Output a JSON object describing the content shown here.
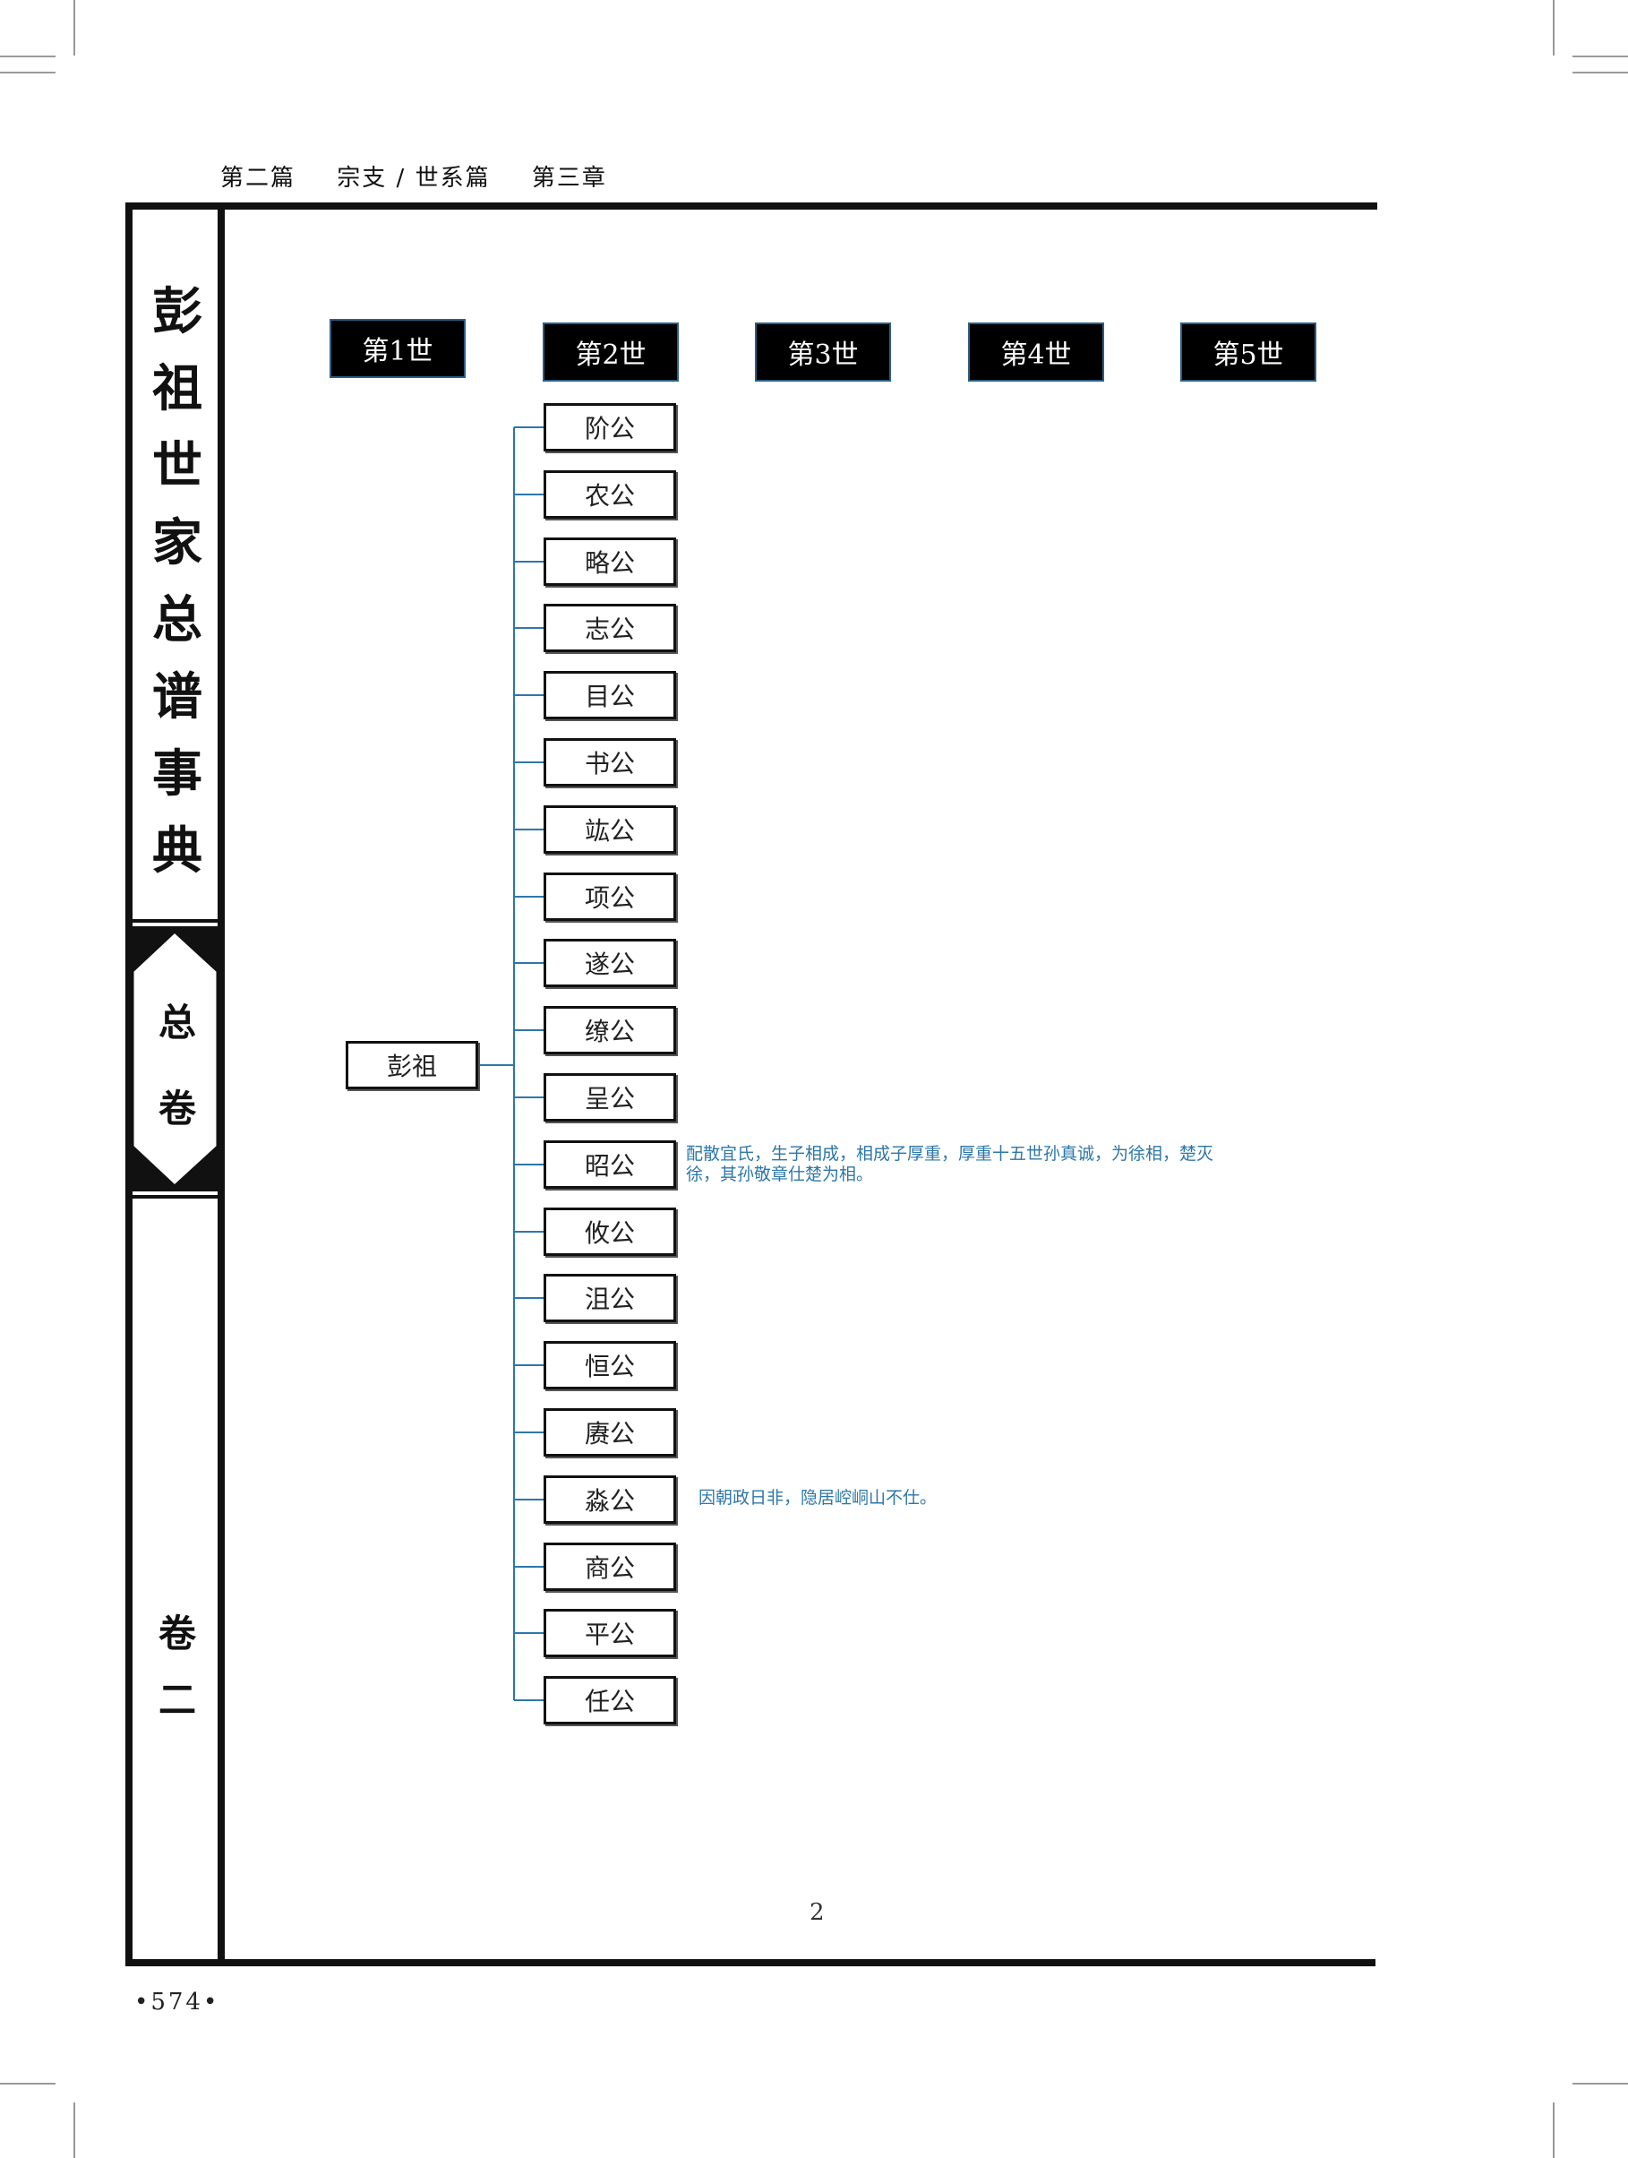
{
  "running_header": {
    "part": "第二篇",
    "section": "宗支 / 世系篇",
    "chapter": "第三章"
  },
  "spine": {
    "title_chars": [
      "彭",
      "祖",
      "世",
      "家",
      "总",
      "谱",
      "事",
      "典"
    ],
    "volume_chars": [
      "总",
      "卷"
    ],
    "book_chars": [
      "卷",
      "二"
    ]
  },
  "generations": [
    "第1世",
    "第2世",
    "第3世",
    "第4世",
    "第5世"
  ],
  "root": {
    "name": "彭祖"
  },
  "children": [
    {
      "name": "阶公"
    },
    {
      "name": "农公"
    },
    {
      "name": "略公"
    },
    {
      "name": "志公"
    },
    {
      "name": "目公"
    },
    {
      "name": "书公"
    },
    {
      "name": "竑公"
    },
    {
      "name": "项公"
    },
    {
      "name": "遂公"
    },
    {
      "name": "缭公"
    },
    {
      "name": "呈公"
    },
    {
      "name": "昭公",
      "note_lines": [
        "配散宜氏，生子相成，相成子厚重，厚重十五世孙真诚，为徐相，楚灭",
        "徐，其孙敬章仕楚为相。"
      ]
    },
    {
      "name": "攸公"
    },
    {
      "name": "沮公"
    },
    {
      "name": "恒公"
    },
    {
      "name": "赓公"
    },
    {
      "name": "淼公",
      "note_lines": [
        "因朝政日非，隐居崆峒山不仕。"
      ]
    },
    {
      "name": "商公"
    },
    {
      "name": "平公"
    },
    {
      "name": "任公"
    }
  ],
  "colors": {
    "connector": "#2d77a8",
    "note": "#2d77a8",
    "header_bg": "#000000"
  },
  "page_number": "2",
  "folio": "•574•"
}
